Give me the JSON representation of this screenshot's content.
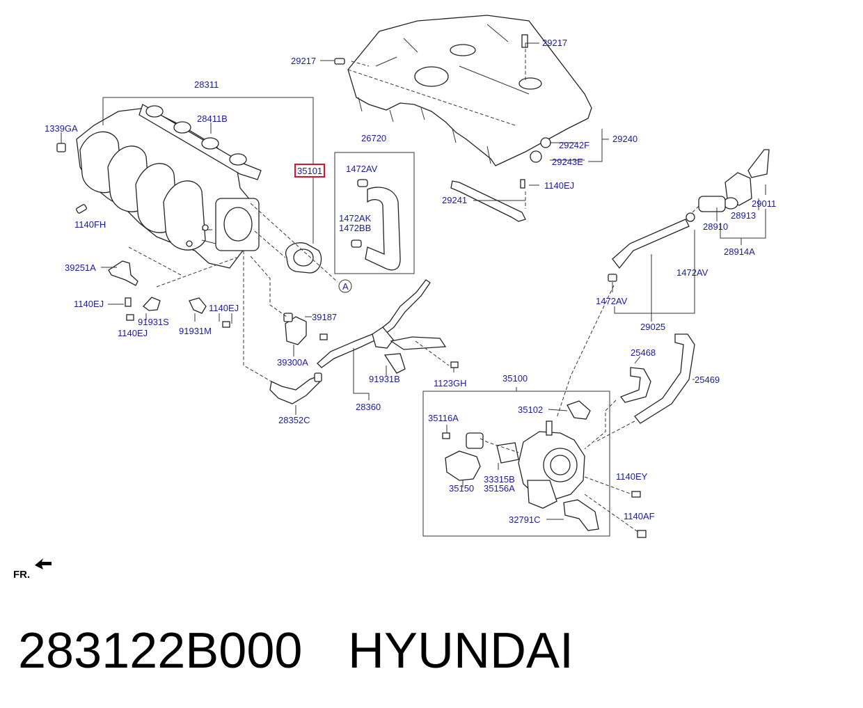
{
  "diagram": {
    "labels": {
      "l29217a": "29217",
      "l29217b": "29217",
      "l28311": "28311",
      "l28411B": "28411B",
      "l1339GA": "1339GA",
      "l35101": "35101",
      "l26720": "26720",
      "l1472AV_a": "1472AV",
      "l1472AK": "1472AK",
      "l1472BB": "1472BB",
      "l1140FH": "1140FH",
      "l29242F": "29242F",
      "l29243E": "29243E",
      "l29240": "29240",
      "l1140EJ_a": "1140EJ",
      "l29241": "29241",
      "l29011": "29011",
      "l28913": "28913",
      "l28910": "28910",
      "l28914A": "28914A",
      "l39251A": "39251A",
      "l1140EJ_b": "1140EJ",
      "l1140EJ_c": "1140EJ",
      "l1140EJ_d": "1140EJ",
      "l91931S": "91931S",
      "l91931M": "91931M",
      "l39187": "39187",
      "l39300A": "39300A",
      "lA": "A",
      "l1472AV_b": "1472AV",
      "l1472AV_c": "1472AV",
      "l29025": "29025",
      "l91931B": "91931B",
      "l1123GH": "1123GH",
      "l28360": "28360",
      "l28352C": "28352C",
      "l35100": "35100",
      "l25468": "25468",
      "l25469": "25469",
      "l35102": "35102",
      "l35116A": "35116A",
      "l33315B": "33315B",
      "l35156A": "35156A",
      "l35150": "35150",
      "l1140EY": "1140EY",
      "l1140AF": "1140AF",
      "l32791C": "32791C",
      "lFR": "FR."
    },
    "highlight_color": "#e0102a",
    "label_color": "#1a1a9c"
  },
  "caption": {
    "part_number": "283122B000",
    "brand": "HYUNDAI"
  }
}
